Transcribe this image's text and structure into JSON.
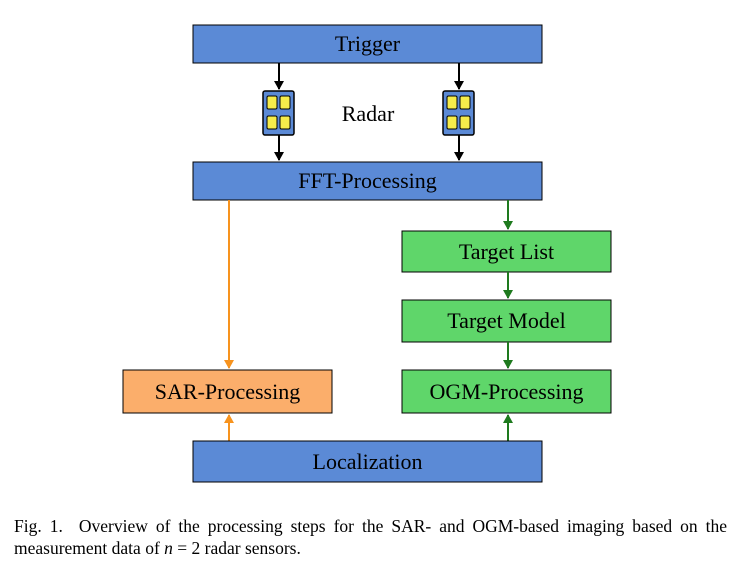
{
  "diagram": {
    "boxes": {
      "trigger": "Trigger",
      "fft": "FFT-Processing",
      "target_list": "Target List",
      "target_model": "Target Model",
      "sar": "SAR-Processing",
      "ogm": "OGM-Processing",
      "localization": "Localization"
    },
    "radar_label": "Radar",
    "colors": {
      "blue_box": "#5b8ad6",
      "green_box": "#5fd66a",
      "orange_box": "#fbae6b",
      "green_arrow": "#1e7a1e",
      "orange_arrow": "#f7931e",
      "black_arrow": "#000000",
      "radar_body": "#5b8ad6",
      "radar_cell": "#f5ec4b"
    }
  },
  "caption": {
    "label": "Fig. 1.",
    "text_part1": "Overview of the processing steps for the SAR- and OGM-based imaging based on the measurement data of ",
    "math_var": "n",
    "math_rest": " = 2",
    "text_part2": " radar sensors."
  }
}
